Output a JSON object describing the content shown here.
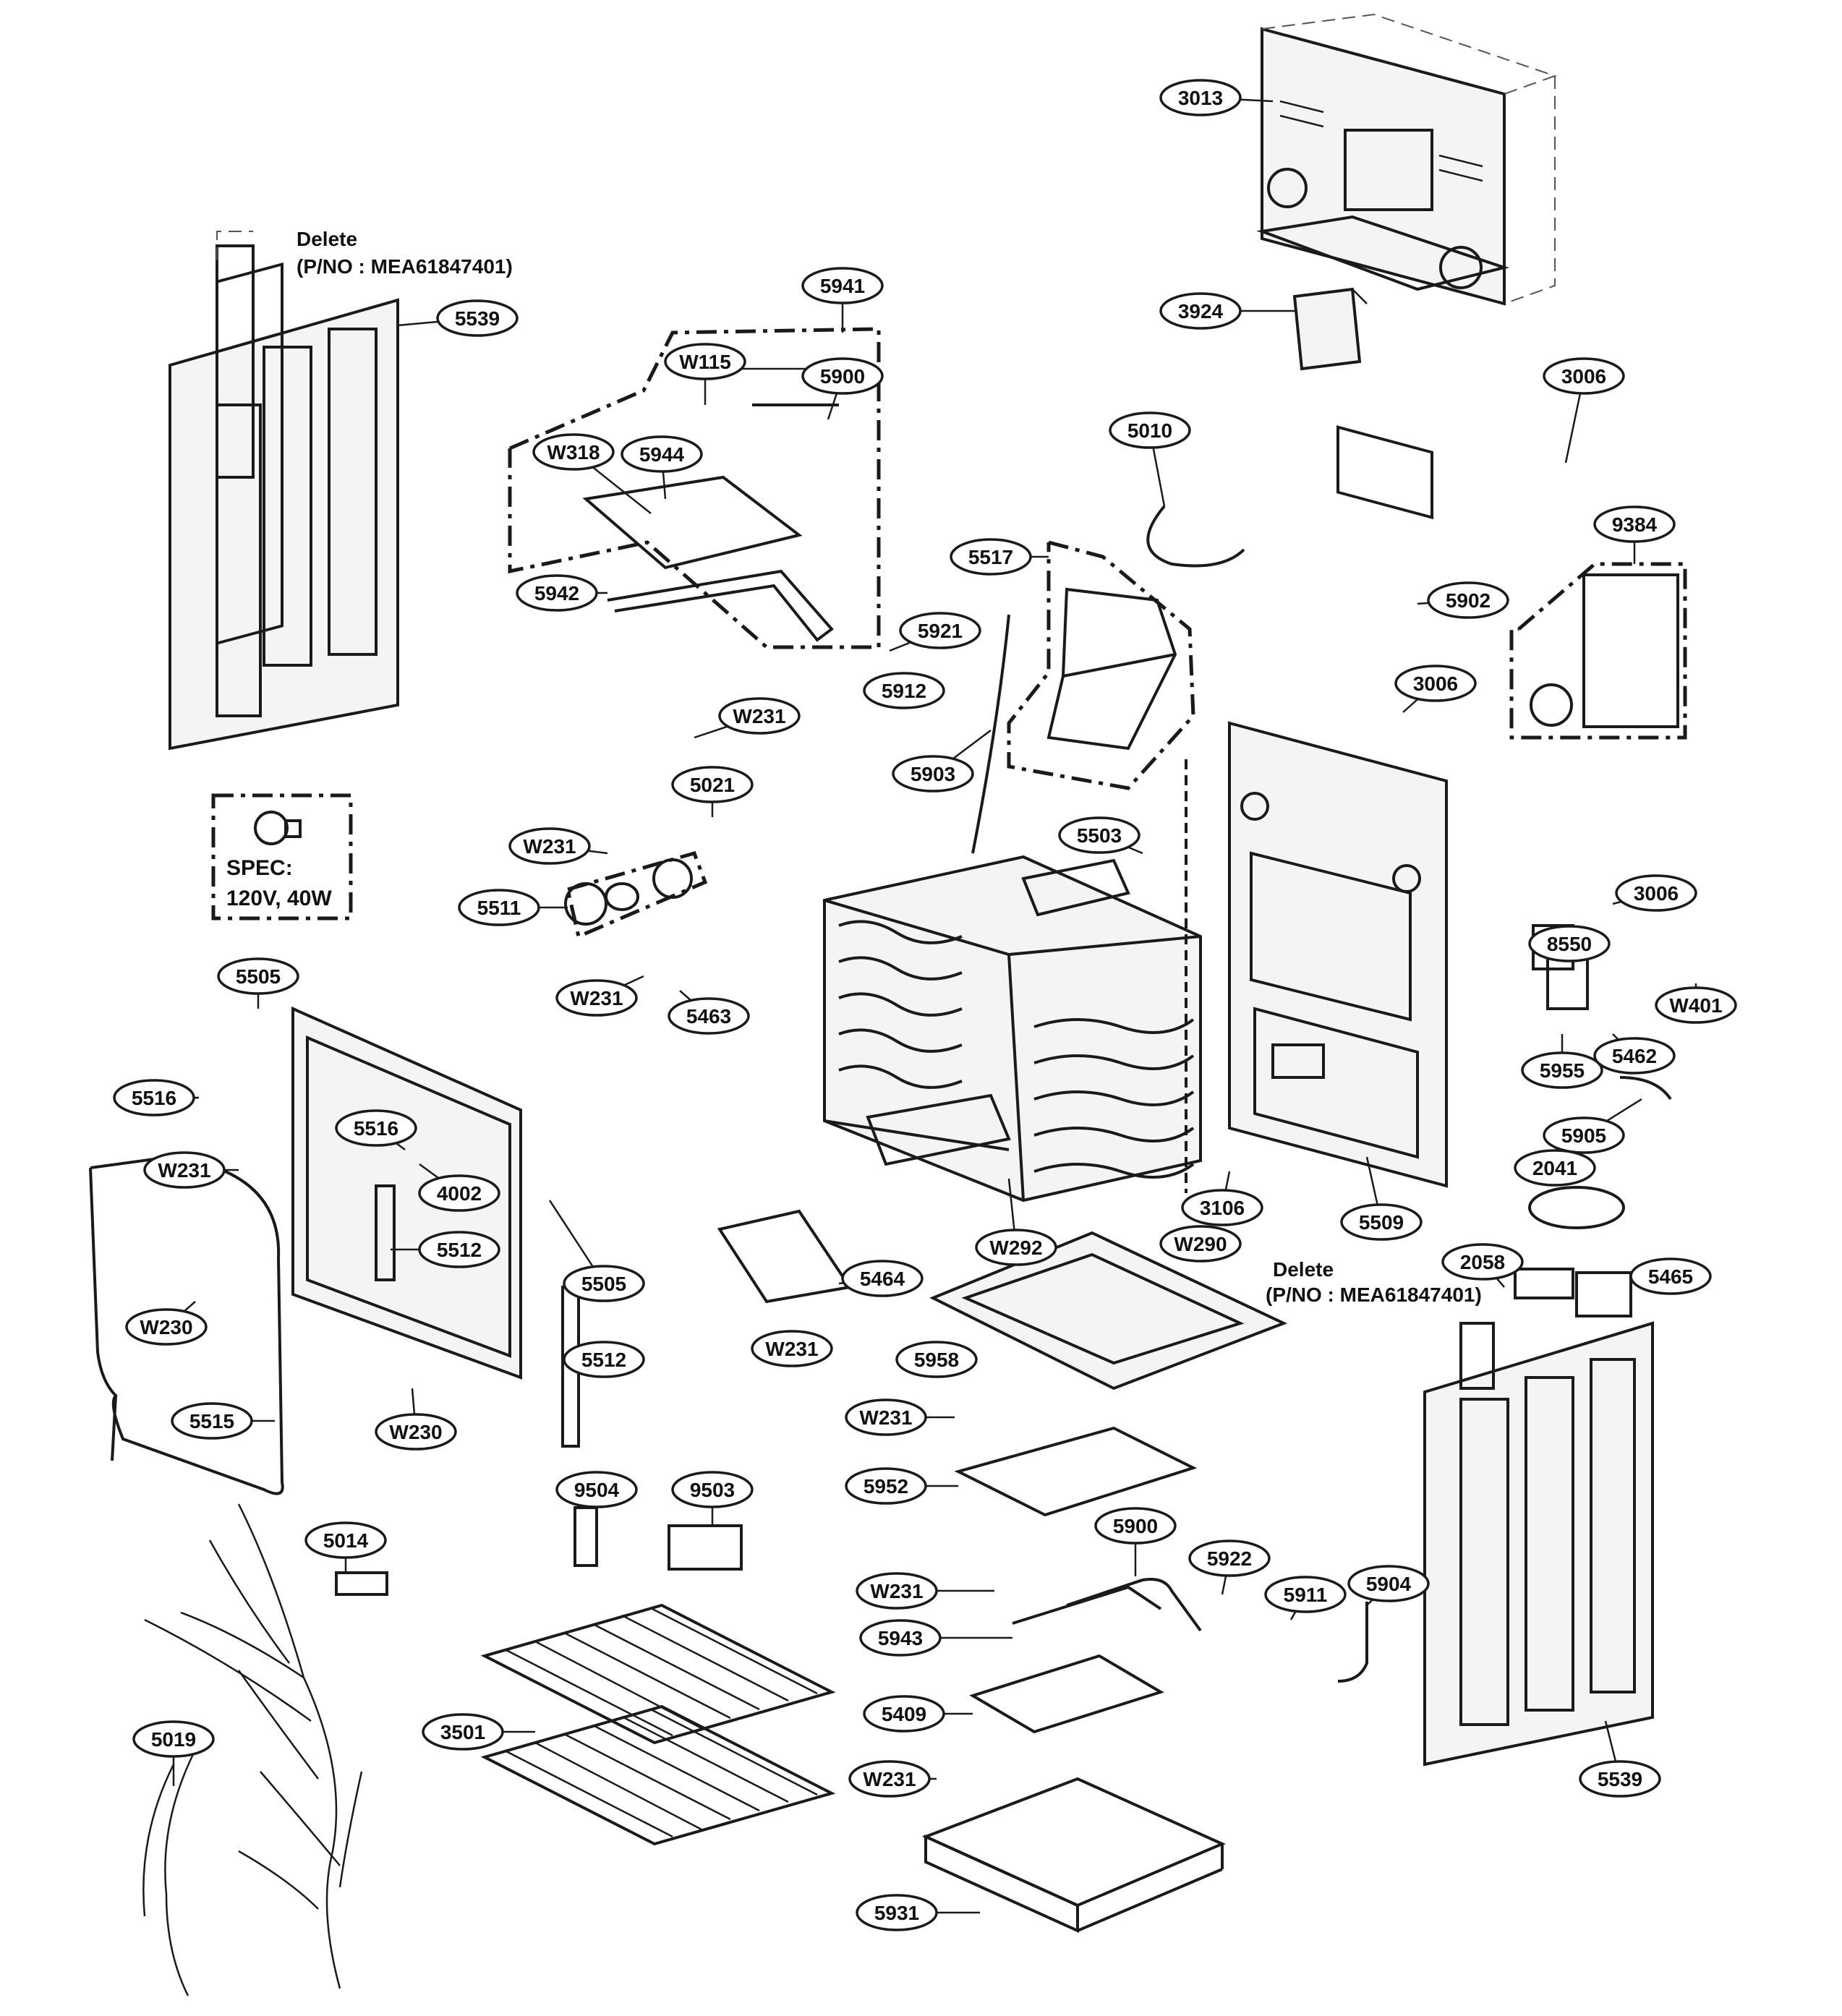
{
  "colors": {
    "ink": "#1a1a1a",
    "background": "#ffffff"
  },
  "notes": {
    "delete_left_line1": "Delete",
    "delete_left_line2": "(P/NO : MEA61847401)",
    "delete_right_line1": "Delete",
    "delete_right_line2": "(P/NO : MEA61847401)",
    "spec_line1": "SPEC:",
    "spec_line2": "120V, 40W"
  },
  "callouts": [
    "3013",
    "3924",
    "3006",
    "9384",
    "5902",
    "3006",
    "3006",
    "8550",
    "W401",
    "5462",
    "5955",
    "5905",
    "2041",
    "5509",
    "3106",
    "W290",
    "2058",
    "5465",
    "5539",
    "5539",
    "5941",
    "W115",
    "5900",
    "W318",
    "5944",
    "5942",
    "5921",
    "5912",
    "W231",
    "5010",
    "5517",
    "5903",
    "5503",
    "5021",
    "W231",
    "5511",
    "W231",
    "5463",
    "5505",
    "5516",
    "5516",
    "4002",
    "W231",
    "5512",
    "5505",
    "W230",
    "5512",
    "5515",
    "W230",
    "5464",
    "W231",
    "5958",
    "W292",
    "W231",
    "5952",
    "5900",
    "W231",
    "5922",
    "5911",
    "5904",
    "5943",
    "5409",
    "W231",
    "5931",
    "9504",
    "9503",
    "5014",
    "3501",
    "5019"
  ]
}
